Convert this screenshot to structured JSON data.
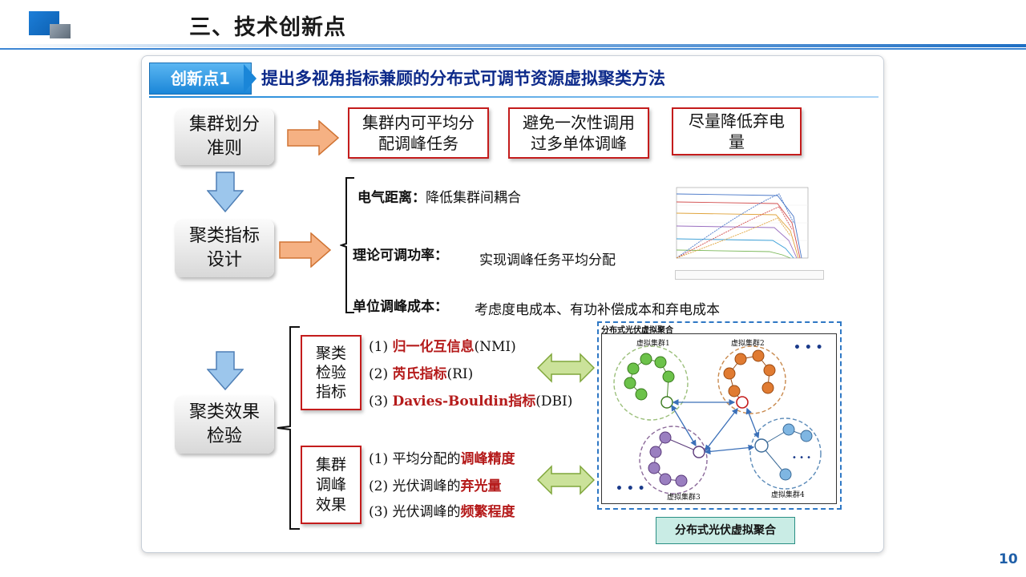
{
  "header": {
    "title": "三、技术创新点",
    "page_number": "10"
  },
  "innovation": {
    "badge": "创新点1",
    "title": "提出多视角指标兼顾的分布式可调节资源虚拟聚类方法"
  },
  "criteria": {
    "label": "集群划分\n准则",
    "goals": [
      "集群内可平均分\n配调峰任务",
      "避免一次性调用\n过多单体调峰",
      "尽量降低弃电\n量"
    ]
  },
  "design": {
    "label": "聚类指标\n设计",
    "items": [
      {
        "name": "电气距离：",
        "desc": "降低集群间耦合"
      },
      {
        "name": "理论可调功率：",
        "desc": "实现调峰任务平均分配"
      },
      {
        "name": "单位调峰成本：",
        "desc": "考虑度电成本、有功补偿成本和弃电成本"
      }
    ]
  },
  "evaluation": {
    "label": "聚类效果\n检验",
    "group1": {
      "label": "聚类\n检验\n指标",
      "items": [
        {
          "prefix": "(1) ",
          "key": "归一化互信息",
          "suffix": "(NMI)"
        },
        {
          "prefix": "(2) ",
          "key": "芮氏指标",
          "suffix": "(RI)"
        },
        {
          "prefix": "(3) ",
          "key": "Davies-Bouldin指标",
          "suffix": "(DBI)"
        }
      ]
    },
    "group2": {
      "label": "集群\n调峰\n效果",
      "items": [
        {
          "prefix": "(1) 平均分配的",
          "key": "调峰精度",
          "suffix": ""
        },
        {
          "prefix": "(2) 光伏调峰的",
          "key": "弃光量",
          "suffix": ""
        },
        {
          "prefix": "(3) 光伏调峰的",
          "key": "频繁程度",
          "suffix": ""
        }
      ]
    }
  },
  "network": {
    "title": "分布式光伏虚拟聚合",
    "clusters": [
      "虚拟集群1",
      "虚拟集群2",
      "虚拟集群3",
      "虚拟集群4"
    ],
    "ellipsis": "• • •",
    "caption": "分布式光伏虚拟聚合",
    "colors": {
      "c1": "#6cc24a",
      "c2": "#e07b32",
      "c3": "#9a7fc0",
      "c4": "#7fb6e2",
      "hub": "#ffffff",
      "link": "#3a6fb8"
    }
  },
  "colors": {
    "accent": "#1a86d8",
    "headline": "#0d2a8a",
    "red": "#c41c1c"
  }
}
